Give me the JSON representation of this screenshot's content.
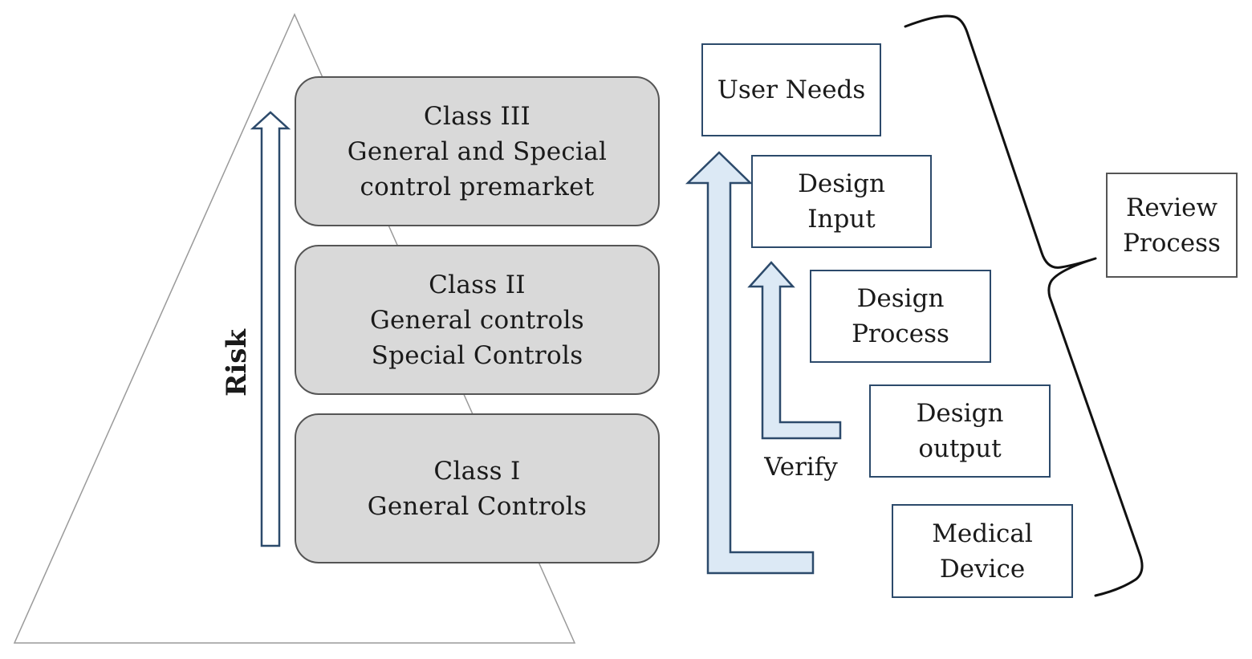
{
  "risk_pyramid": {
    "risk_label": "Risk",
    "classes": [
      {
        "lines": [
          "Class III",
          "General and Special",
          "control premarket"
        ]
      },
      {
        "lines": [
          "Class II",
          "General controls",
          "Special Controls"
        ]
      },
      {
        "lines": [
          "Class I",
          "General Controls"
        ]
      }
    ]
  },
  "design_process": {
    "steps": [
      {
        "lines": [
          "User Needs"
        ]
      },
      {
        "lines": [
          "Design",
          "Input"
        ]
      },
      {
        "lines": [
          "Design",
          "Process"
        ]
      },
      {
        "lines": [
          "Design",
          "output"
        ]
      },
      {
        "lines": [
          "Medical",
          "Device"
        ]
      }
    ],
    "verify_label": "Verify",
    "review_lines": [
      "Review",
      "Process"
    ]
  },
  "colors": {
    "class_box_fill": "#d9d9d9",
    "arrow_fill": "#dce9f5",
    "arrow_stroke": "#2c4a6b",
    "step_border": "#2c4a6b"
  }
}
